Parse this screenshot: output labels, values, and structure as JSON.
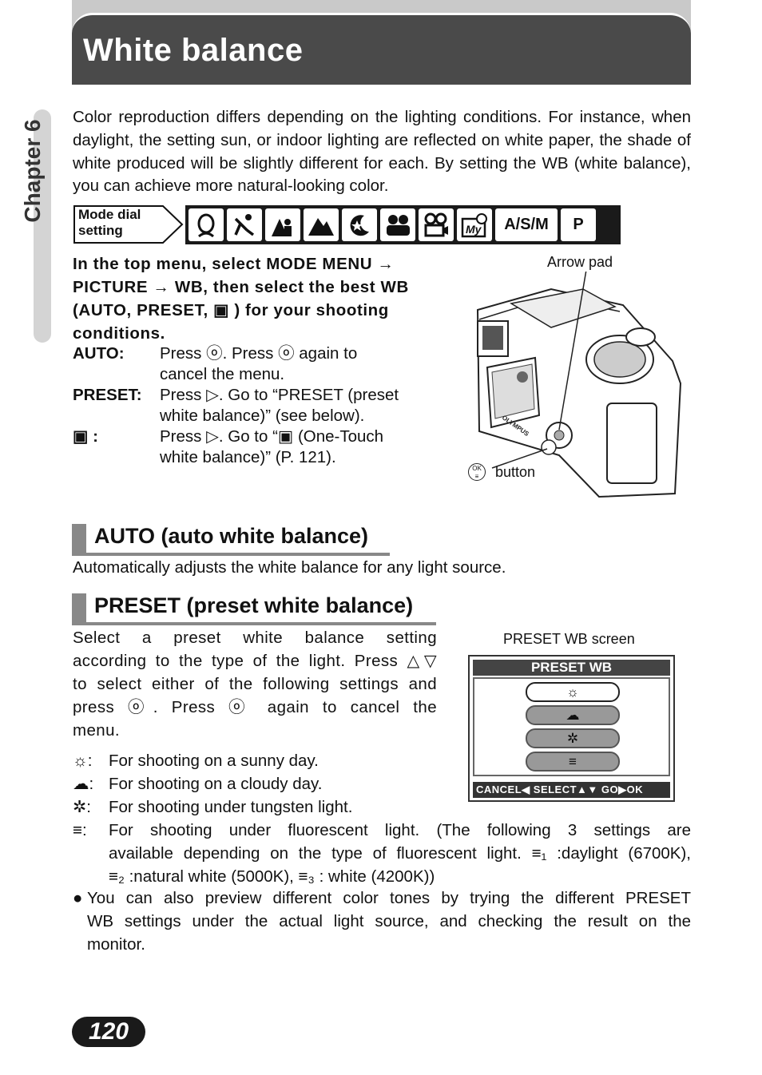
{
  "header": {
    "title": "White balance"
  },
  "side": {
    "chapter": "Chapter 6"
  },
  "intro": "Color reproduction differs depending on the lighting conditions. For instance, when daylight, the setting sun, or indoor lighting are reflected on white paper, the shade of white produced will be slightly different for each. By setting the WB (white balance), you can achieve more natural-looking color.",
  "mode_dial": {
    "label_line1": "Mode dial",
    "label_line2": "setting",
    "icons": [
      "portrait-mode",
      "sports-mode",
      "landscape-portrait-mode",
      "landscape-mode",
      "night-scene-mode",
      "self-portrait-mode",
      "movie-mode",
      "my-mode"
    ],
    "text_icons": [
      "A/S/M",
      "P"
    ]
  },
  "instruction": {
    "line1": "In the top menu, select MODE MENU →",
    "line2": "PICTURE → WB, then select the best WB",
    "line3": "(AUTO, PRESET, ▣ ) for your shooting",
    "line4": "conditions."
  },
  "definitions": [
    {
      "term": "AUTO:",
      "line1": "Press ⓞ. Press ⓞ again to",
      "line2": "cancel the menu."
    },
    {
      "term": "PRESET:",
      "line1": "Press ▷. Go to “PRESET (preset",
      "line2": "white balance)” (see below)."
    },
    {
      "term": "▣ :",
      "line1": "Press ▷. Go to “▣ (One-Touch",
      "line2": "white balance)” (P. 121)."
    }
  ],
  "camera_figure": {
    "arrow_pad_label": "Arrow pad",
    "button_label": "button",
    "brand": "OLYMPUS"
  },
  "auto_section": {
    "heading": "AUTO (auto white balance)",
    "text": "Automatically adjusts the white balance for any light source."
  },
  "preset_section": {
    "heading": "PRESET (preset white balance)",
    "lines": [
      "Select a preset white balance setting",
      "according to the type of the light. Press △▽",
      "to select either of the following settings and",
      "press ⓞ. Press ⓞ again to cancel the",
      "menu."
    ]
  },
  "preset_screen": {
    "caption": "PRESET WB screen",
    "title": "PRESET WB",
    "options": [
      "☼",
      "☁",
      "✲",
      "≡"
    ],
    "footer": "CANCEL◀  SELECT▲▼  GO▶OK"
  },
  "presets": [
    {
      "icon": "☼",
      "text": "For shooting on a sunny day."
    },
    {
      "icon": "☁",
      "text": "For shooting on a cloudy day."
    },
    {
      "icon": "✲",
      "text": "For shooting under tungsten light."
    },
    {
      "icon": "≡",
      "text": "For shooting under fluorescent light. (The following 3 settings are",
      "line2": "available depending on the type of fluorescent light. ≡₁ :daylight (6700K),",
      "line3": "≡₂ :natural white (5000K), ≡₃ : white (4200K))"
    }
  ],
  "note": {
    "line1": "You can also preview different color tones by trying the different PRESET",
    "line2": "WB settings under the actual light source, and checking the result on the",
    "line3": "monitor."
  },
  "page_number": "120"
}
